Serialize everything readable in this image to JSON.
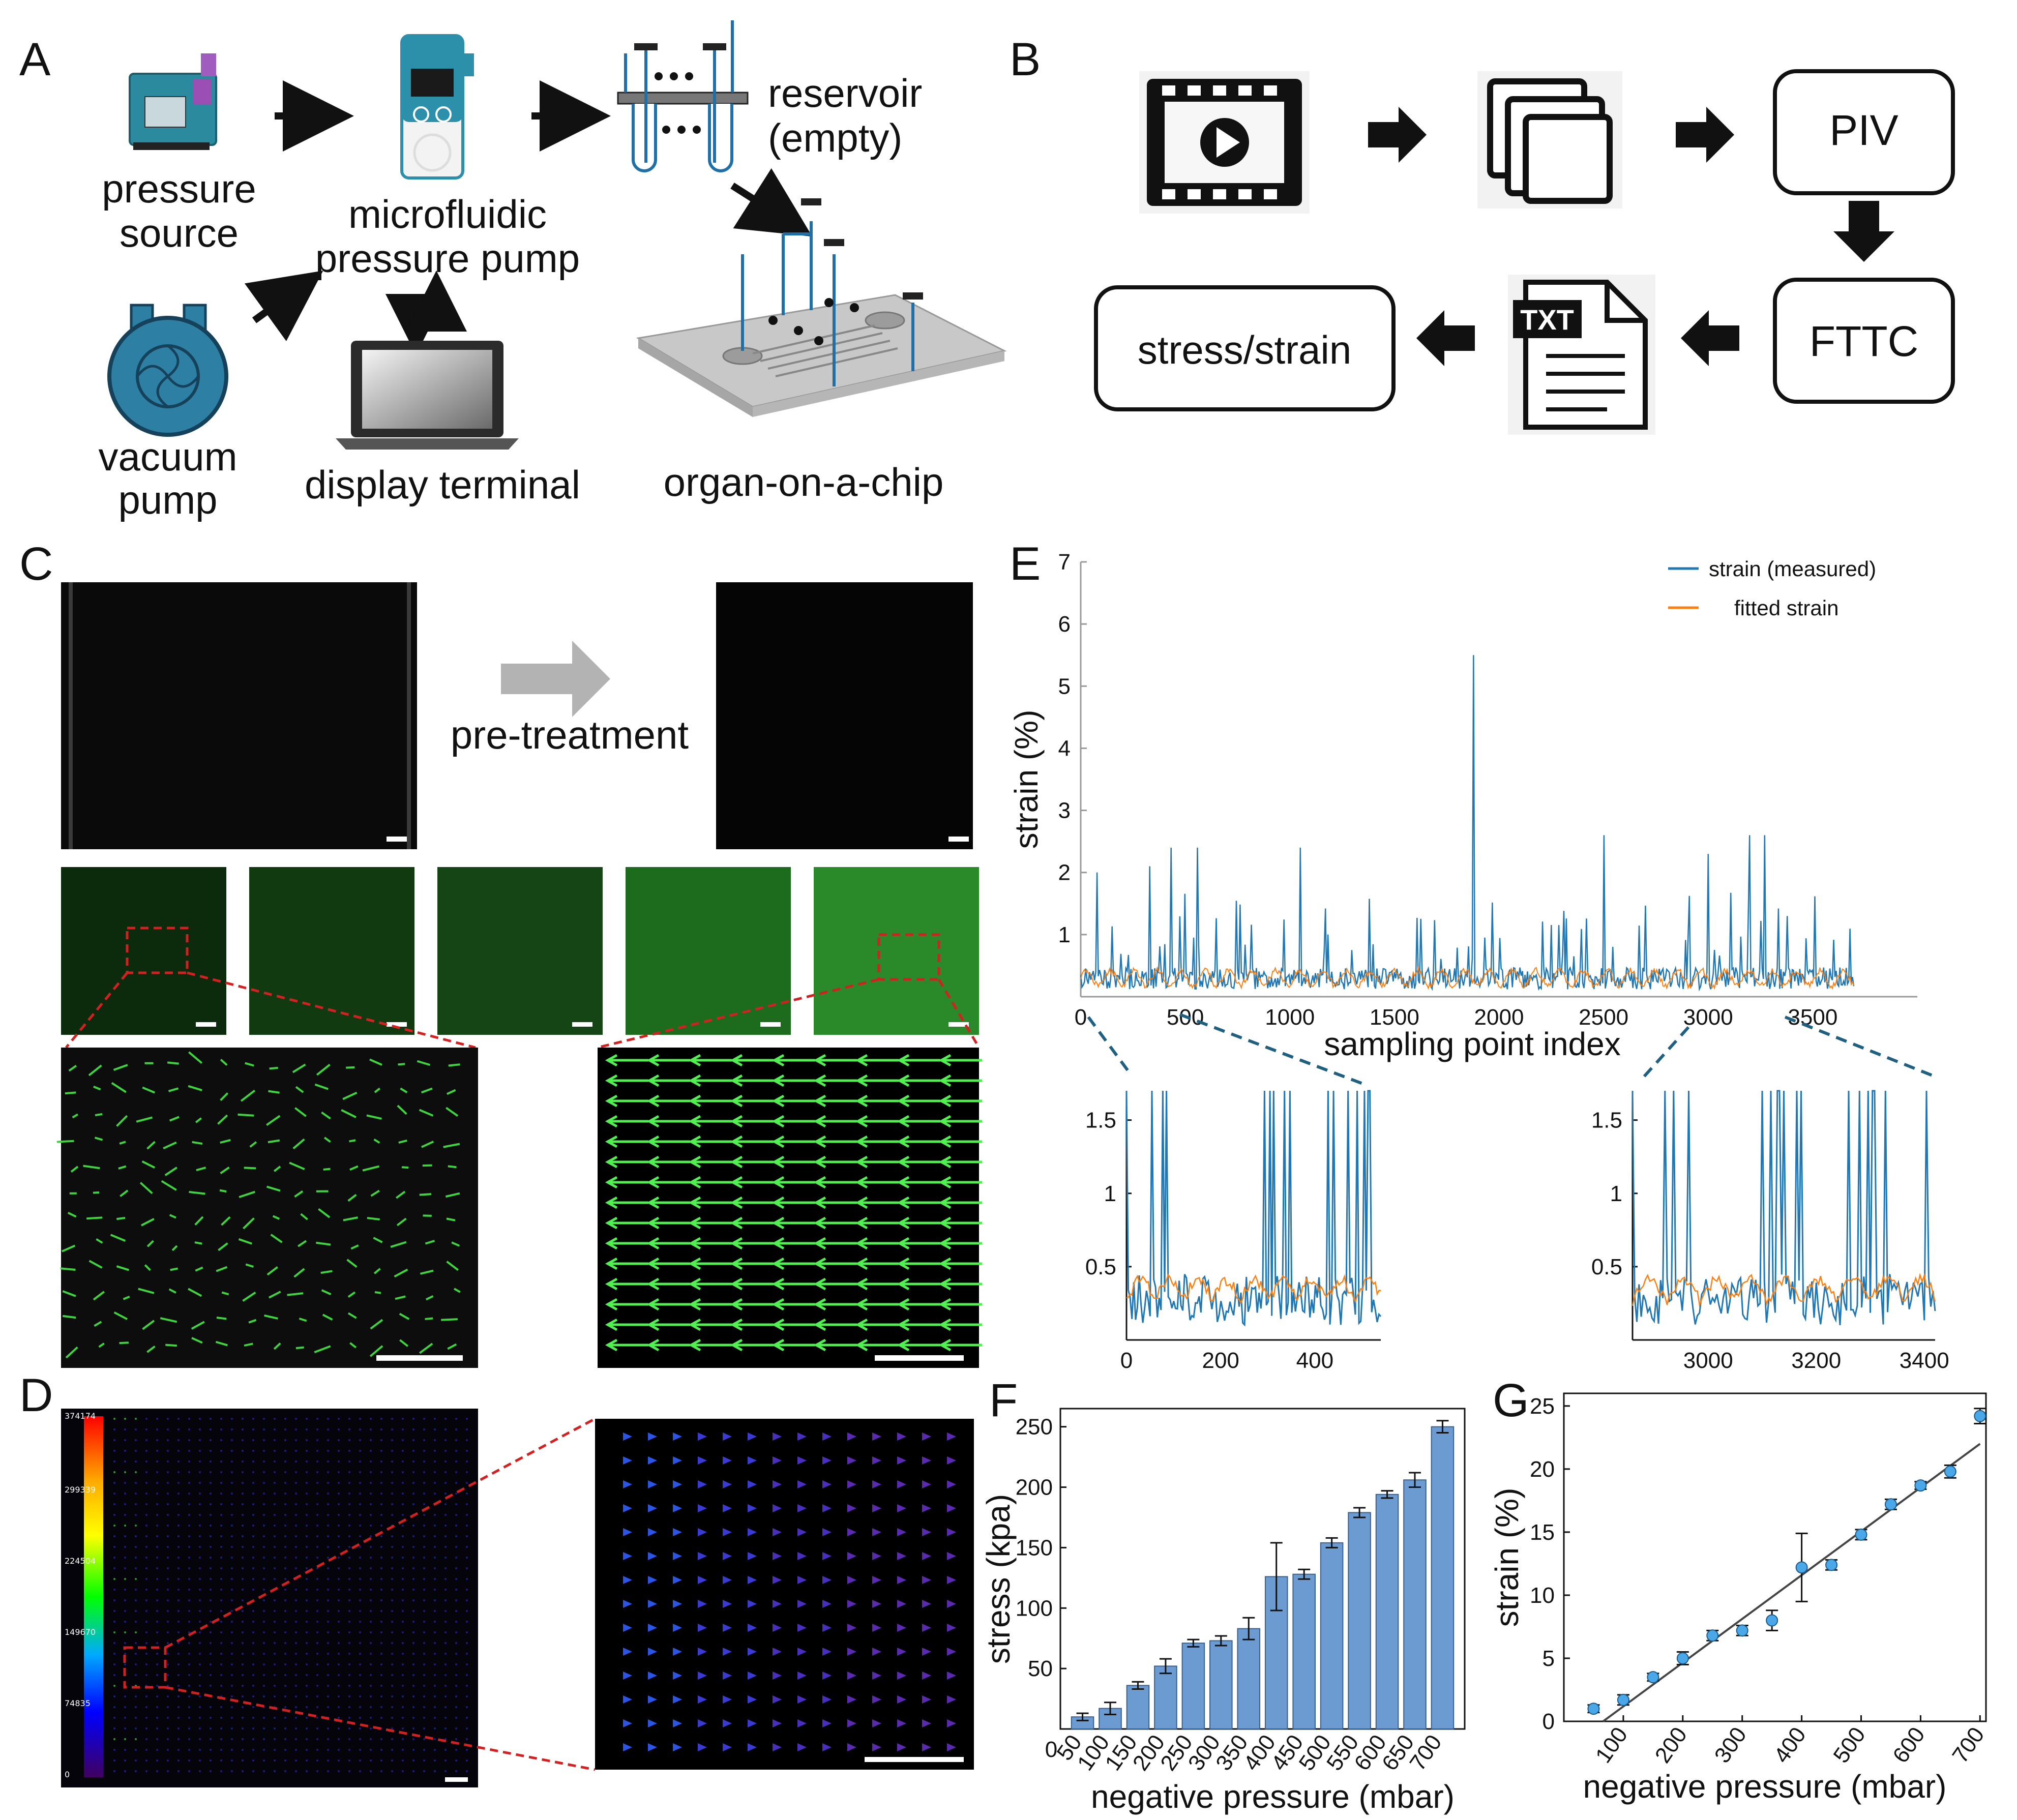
{
  "panels": {
    "A": {
      "letter": "A",
      "pressure_source": [
        "pressure",
        "source"
      ],
      "pump": [
        "microfluidic",
        "pressure pump"
      ],
      "reservoir": [
        "reservoir",
        "(empty)"
      ],
      "vacuum": [
        "vacuum",
        "pump"
      ],
      "display": "display terminal",
      "chip": "organ-on-a-chip"
    },
    "B": {
      "letter": "B",
      "piv": "PIV",
      "fttc": "FTTC",
      "txt": "TXT",
      "stress": "stress/strain"
    },
    "C": {
      "letter": "C",
      "pretreatment": "pre-treatment"
    },
    "D": {
      "letter": "D",
      "colorbar_ticks": [
        "374174",
        "299339",
        "224504",
        "149670",
        "74835",
        "0"
      ]
    },
    "E": {
      "letter": "E"
    },
    "F": {
      "letter": "F"
    },
    "G": {
      "letter": "G"
    }
  },
  "chart_data": [
    {
      "id": "E-main",
      "type": "line",
      "xlabel": "sampling point index",
      "ylabel": "strain (%)",
      "xlim": [
        0,
        4000
      ],
      "ylim": [
        0,
        7
      ],
      "xticks": [
        0,
        500,
        1000,
        1500,
        2000,
        2500,
        3000,
        3500
      ],
      "yticks": [
        1,
        2,
        3,
        4,
        5,
        6,
        7
      ],
      "series": [
        {
          "name": "strain (measured)",
          "color": "#1f77b4"
        },
        {
          "name": "fitted strain",
          "color": "#ff7f0e"
        }
      ],
      "n_points": 3700,
      "peaks": [
        [
          1880,
          5.5
        ],
        [
          80,
          2.0
        ],
        [
          330,
          2.1
        ],
        [
          430,
          2.4
        ],
        [
          560,
          2.4
        ],
        [
          1050,
          2.4
        ],
        [
          2500,
          2.6
        ],
        [
          3200,
          2.6
        ],
        [
          3270,
          2.6
        ],
        [
          3000,
          2.3
        ],
        [
          3720,
          1.9
        ]
      ]
    },
    {
      "id": "E-inset1",
      "type": "line",
      "xlim": [
        0,
        540
      ],
      "ylim": [
        0,
        1.7
      ],
      "xticks": [
        0,
        200,
        400
      ],
      "yticks": [
        0.5,
        1,
        1.5
      ]
    },
    {
      "id": "E-inset2",
      "type": "line",
      "xlim": [
        2860,
        3420
      ],
      "ylim": [
        0,
        1.7
      ],
      "xticks": [
        3000,
        3200,
        3400
      ],
      "yticks": [
        0.5,
        1,
        1.5
      ]
    },
    {
      "id": "F",
      "type": "bar",
      "xlabel": "negative pressure (mbar)",
      "ylabel": "stress (kpa)",
      "categories": [
        "50",
        "100",
        "150",
        "200",
        "250",
        "300",
        "350",
        "400",
        "450",
        "500",
        "550",
        "600",
        "650",
        "700"
      ],
      "values": [
        10,
        17,
        36,
        52,
        71,
        73,
        83,
        126,
        128,
        154,
        179,
        194,
        206,
        250
      ],
      "errors": [
        3,
        5,
        3,
        6,
        3,
        4,
        9,
        28,
        4,
        4,
        4,
        3,
        6,
        5
      ],
      "ylim": [
        0,
        265
      ],
      "yticks": [
        50,
        100,
        150,
        200,
        250
      ],
      "extra_xtick": "0",
      "bar_color": "#6b9bd1"
    },
    {
      "id": "G",
      "type": "scatter",
      "xlabel": "negative pressure (mbar)",
      "ylabel": "strain (%)",
      "x": [
        50,
        100,
        150,
        200,
        250,
        300,
        350,
        400,
        450,
        500,
        550,
        600,
        650,
        700
      ],
      "y": [
        1.0,
        1.7,
        3.5,
        5.0,
        6.8,
        7.2,
        8.0,
        12.2,
        12.4,
        14.8,
        17.2,
        18.7,
        19.8,
        24.2
      ],
      "errors": [
        0.3,
        0.4,
        0.3,
        0.5,
        0.4,
        0.4,
        0.8,
        2.7,
        0.4,
        0.4,
        0.4,
        0.3,
        0.5,
        0.6
      ],
      "fit_line": [
        [
          66,
          0
        ],
        [
          700,
          22
        ]
      ],
      "xlim": [
        0,
        710
      ],
      "ylim": [
        0,
        26
      ],
      "xticks": [
        100,
        200,
        300,
        400,
        500,
        600,
        700
      ],
      "yticks": [
        0,
        5,
        10,
        15,
        20,
        25
      ],
      "point_color": "#4aa8e8"
    }
  ]
}
